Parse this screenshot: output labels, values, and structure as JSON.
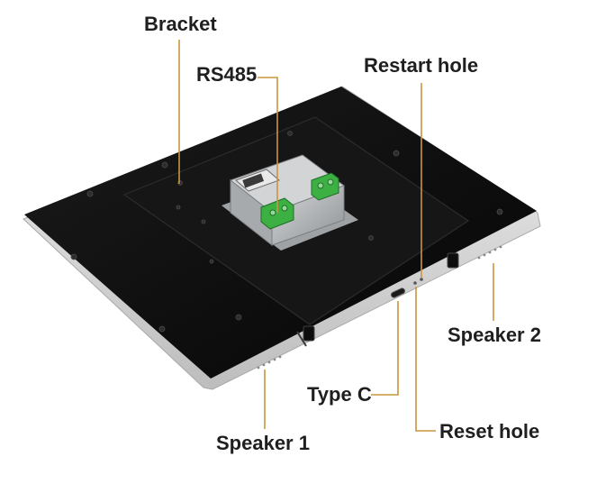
{
  "labels": {
    "bracket": "Bracket",
    "rs485": "RS485",
    "restart_hole": "Restart hole",
    "speaker_2": "Speaker 2",
    "type_c": "Type C",
    "reset_hole": "Reset hole",
    "speaker_1": "Speaker 1"
  },
  "colors": {
    "leader_line": "#c8963e",
    "panel_back": "#111111",
    "frame_silver": "#dcdcdc",
    "terminal_green": "#3cb043",
    "module_metal": "#b9bcbf"
  }
}
